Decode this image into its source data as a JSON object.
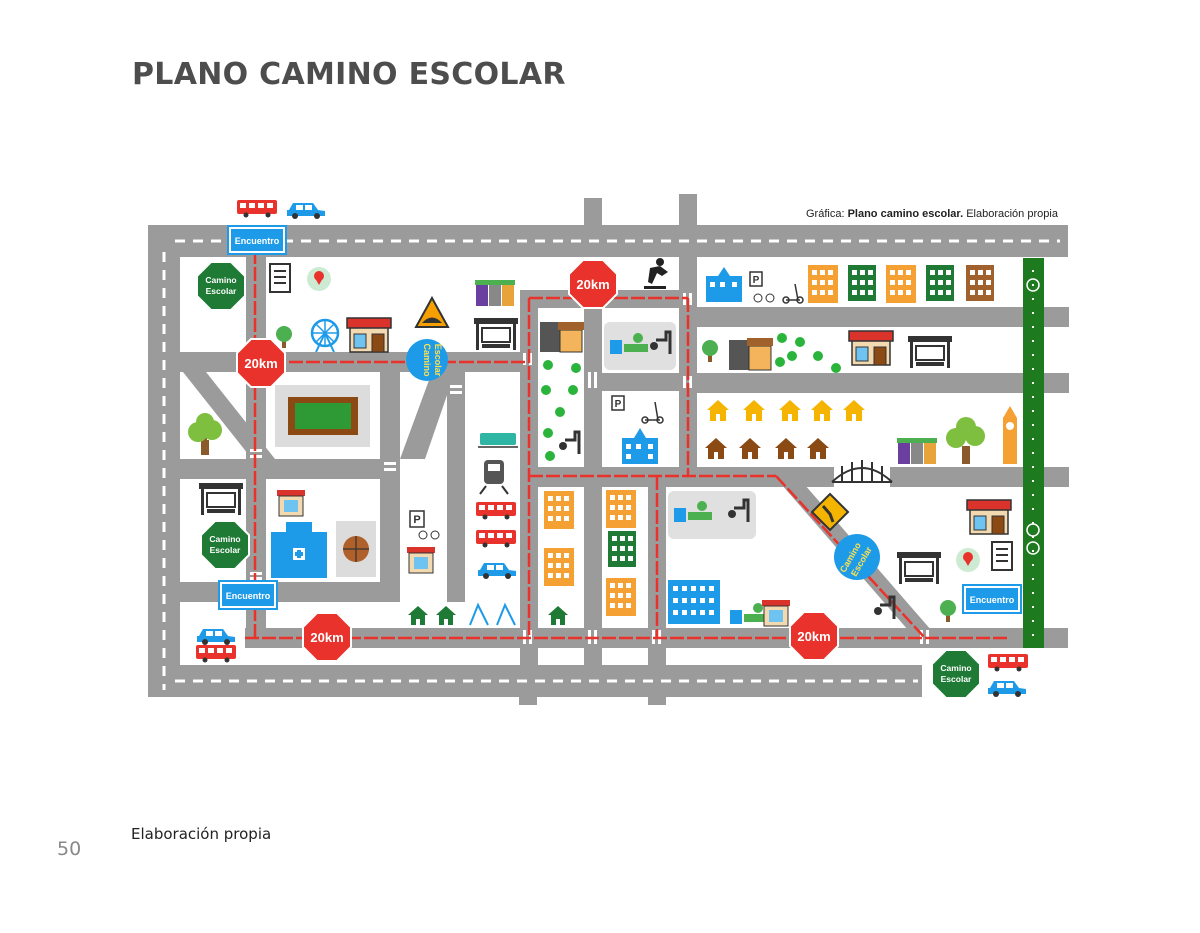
{
  "title": "PLANO CAMINO ESCOLAR",
  "map": {
    "credit_prefix": "Gráfica:",
    "credit_bold": "Plano camino escolar.",
    "credit_rest": "Elaboración propia",
    "speed_sign": "20km",
    "meeting_point": "Encuentro",
    "school_path_line1": "Camino",
    "school_path_line2": "Escolar",
    "colors": {
      "road": "#9b9b9b",
      "route": "#e8322b",
      "stop_sign": "#e8322b",
      "school_sign": "#1e7a34",
      "bubble": "#1e9be8",
      "bike_lane": "#1e7a1e"
    }
  },
  "caption": "Elaboración propia",
  "page_number": "50"
}
